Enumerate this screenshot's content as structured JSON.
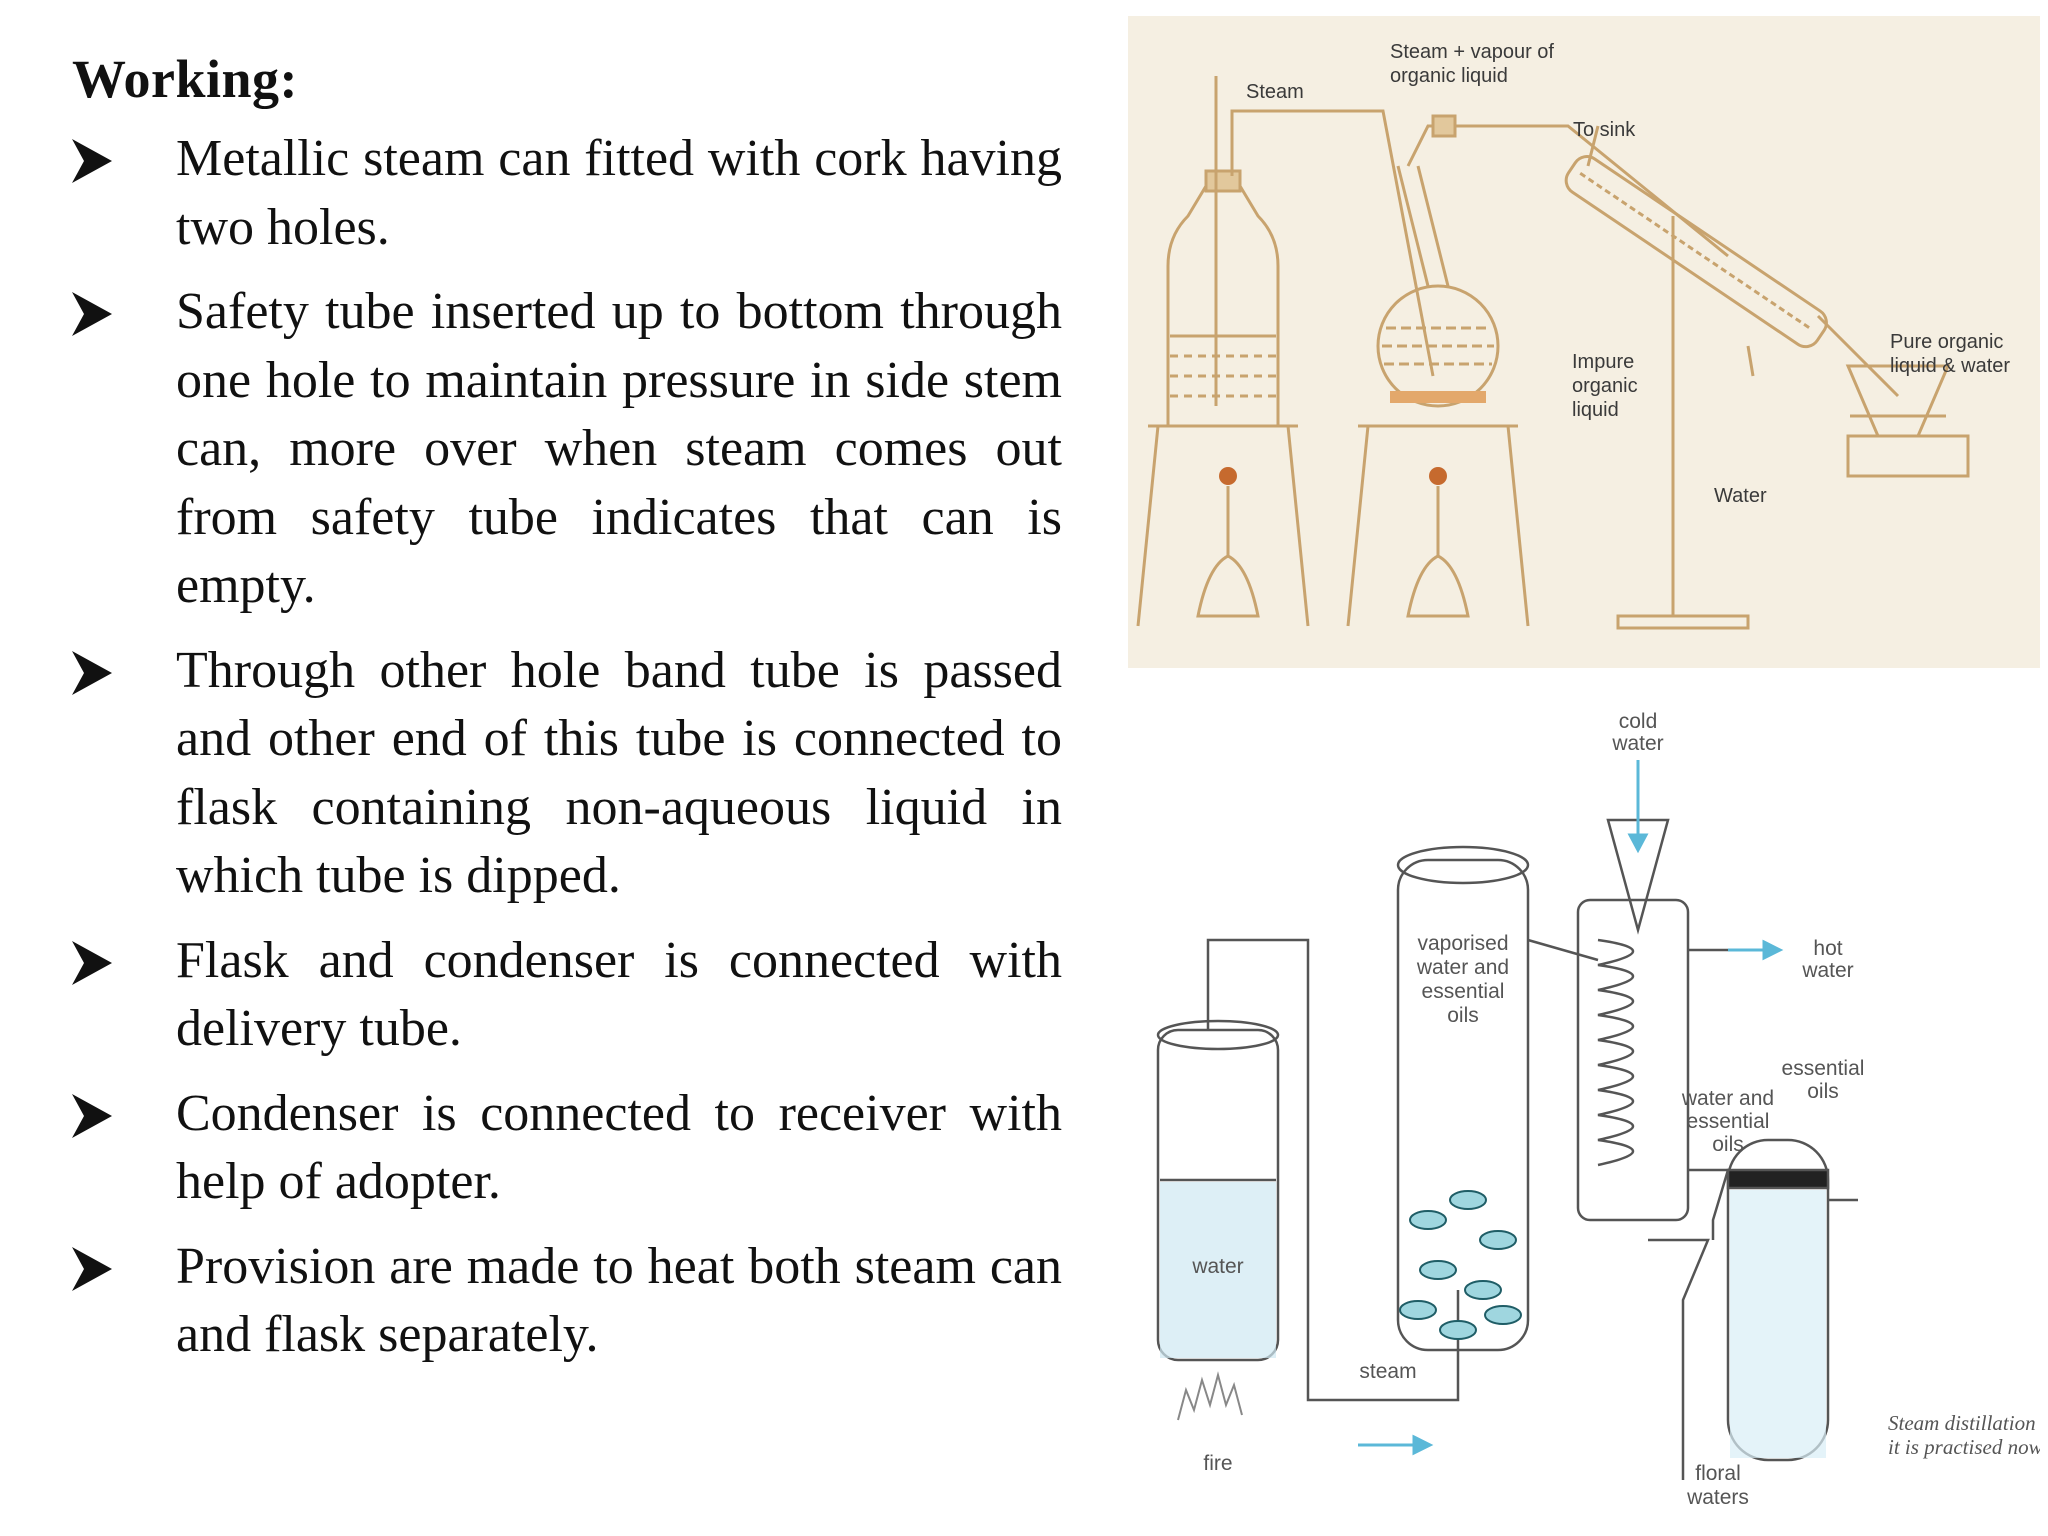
{
  "heading": "Working:",
  "bullets": [
    "Metallic steam can fitted with cork having two holes.",
    "Safety tube inserted up to bottom through one hole to maintain pressure in side stem can, more over when steam comes out from safety tube indicates that can is empty.",
    "Through other hole band tube is passed and other end of this tube is connected to flask containing non-aqueous liquid in which tube is dipped.",
    "Flask and condenser is connected with delivery tube.",
    "Condenser is connected to receiver with help of adopter.",
    "Provision are made to heat both steam can and flask separately."
  ],
  "figure1": {
    "labels": {
      "steam": "Steam",
      "steam_vapour_1": "Steam + vapour of",
      "steam_vapour_2": "organic liquid",
      "to_sink": "To sink",
      "impure_1": "Impure",
      "impure_2": "organic",
      "impure_3": "liquid",
      "pure_1": "Pure organic",
      "pure_2": "liquid & water",
      "water": "Water"
    }
  },
  "figure2": {
    "labels": {
      "cold_1": "cold",
      "cold_2": "water",
      "hot_1": "hot",
      "hot_2": "water",
      "vapor_1": "vaporised",
      "vapor_2": "water and",
      "vapor_3": "essential",
      "vapor_4": "oils",
      "water": "water",
      "steam": "steam",
      "fire": "fire",
      "we_1": "water and",
      "we_2": "essential",
      "we_3": "oils",
      "eo_1": "essential",
      "eo_2": "oils",
      "floral_1": "floral",
      "floral_2": "waters",
      "caption_1": "Steam distillation as",
      "caption_2": "it is practised now"
    }
  },
  "colors": {
    "diagram1_ink": "#c8a36e",
    "diagram2_ink": "#555555",
    "water_accent": "#7cc6e0"
  },
  "icons": [
    "arrowhead-bullet-icon"
  ]
}
